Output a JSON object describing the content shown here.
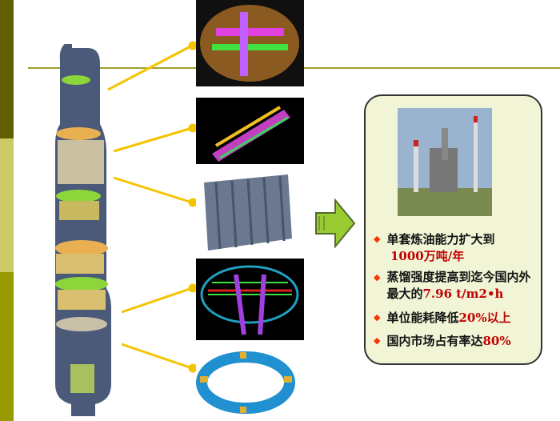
{
  "bullets": [
    {
      "text": "单套炼油能力扩大到",
      "highlight": "1000万吨/年",
      "suffix": ""
    },
    {
      "text": "蒸馏强度提高到迄今国内外最大的",
      "highlight": "7.96 t/m2•h",
      "suffix": ""
    },
    {
      "text": "单位能耗降低",
      "highlight": "20%",
      "suffix": "以上"
    },
    {
      "text": "国内市场占有率达",
      "highlight": "80%",
      "suffix": ""
    }
  ],
  "colors": {
    "bar_dark": "#5f5f00",
    "bar_light": "#cccc66",
    "bar_mid": "#999900",
    "callout": "#f5c400",
    "highlight": "#c00000",
    "bullet": "#ff3300"
  }
}
